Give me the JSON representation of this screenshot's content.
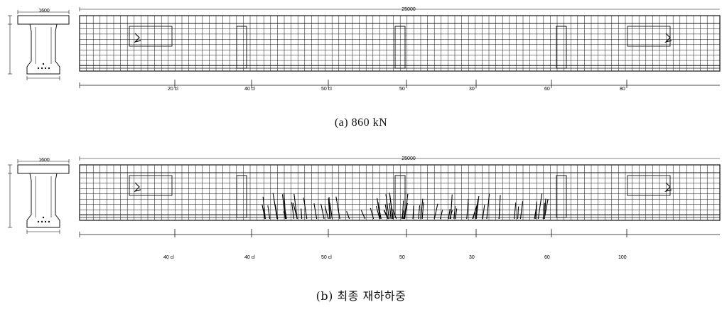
{
  "panels": [
    {
      "id": "a",
      "caption": "(a) 860 kN",
      "section_width_label": "1600",
      "span_label": "25000",
      "station_labels": [
        "20 cl",
        "40 cl",
        "50 cl",
        "50",
        "30",
        "60",
        "80"
      ]
    },
    {
      "id": "b",
      "caption": "(b) 최종 재하하중",
      "section_width_label": "1600",
      "span_label": "25000",
      "station_labels": [
        "40 cl",
        "40 cl",
        "50 cl",
        "50",
        "30",
        "60",
        "100"
      ]
    }
  ]
}
